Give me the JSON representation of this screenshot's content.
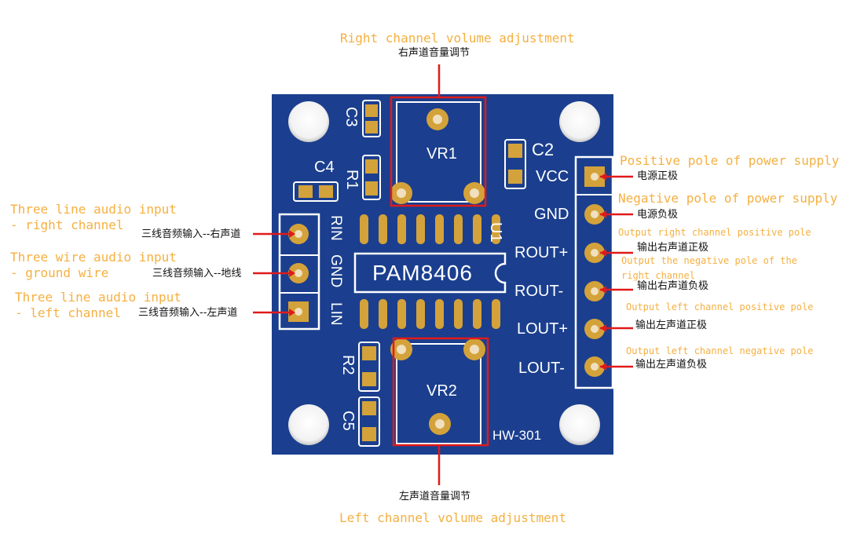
{
  "colors": {
    "board": "#1b3f8e",
    "pad": "#d4a23a",
    "silkscreen": "#ffffff",
    "highlight": "#e01a1a",
    "label_en": "#f5b041",
    "label_cn": "#111111"
  },
  "top": {
    "en": "Right channel volume adjustment",
    "cn": "右声道音量调节"
  },
  "bottom": {
    "en": "Left channel volume adjustment",
    "cn": "左声道音量调节"
  },
  "left_inputs": [
    {
      "en_line1": "Three line audio input",
      "en_line2": "- right channel",
      "cn": "三线音频输入--右声道"
    },
    {
      "en_line1": "Three wire audio input",
      "en_line2": "- ground wire",
      "cn": "三线音频输入--地线"
    },
    {
      "en_line1": "Three line audio input",
      "en_line2": "- left channel",
      "cn": "三线音频输入--左声道"
    }
  ],
  "right_outputs": {
    "vcc": {
      "en": "Positive pole of power supply",
      "cn": "电源正极"
    },
    "gnd": {
      "en": "Negative pole of power supply",
      "cn": "电源负极"
    },
    "rout_pos": {
      "en": "Output right channel positive pole",
      "cn": "输出右声道正极"
    },
    "rout_neg": {
      "en_line1": "Output the negative pole of the",
      "en_line2": "right channel",
      "cn": "输出右声道负极"
    },
    "lout_pos": {
      "en": "Output left channel positive pole",
      "cn": "输出左声道正极"
    },
    "lout_neg": {
      "en": "Output left channel negative pole",
      "cn": "输出左声道负极"
    }
  },
  "board": {
    "chip": "PAM8406",
    "chip_ref": "U1",
    "model": "HW-301",
    "vr1": "VR1",
    "vr2": "VR2",
    "c2": "C2",
    "c3": "C3",
    "c4": "C4",
    "c5": "C5",
    "r1": "R1",
    "r2": "R2",
    "pins_left": [
      "RIN",
      "GND",
      "LIN"
    ],
    "pins_right": [
      "VCC",
      "GND",
      "ROUT+",
      "ROUT-",
      "LOUT+",
      "LOUT-"
    ]
  }
}
